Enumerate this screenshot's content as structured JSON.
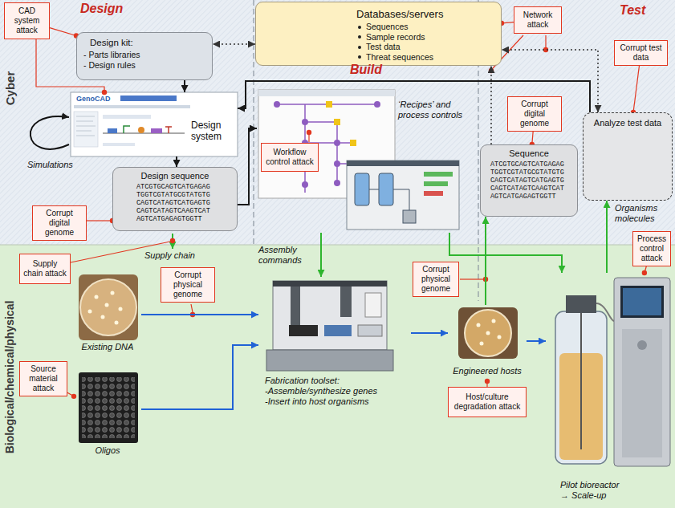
{
  "diagram": {
    "nodes": [
      {
        "text": [
          "Databases/servers",
          "Sequences",
          "Sample records",
          "Test data",
          "Threat sequences"
        ]
      },
      {
        "text": [
          "Design kit:",
          "- Parts libraries",
          "- Design rules"
        ]
      },
      {
        "text": [
          "Design system"
        ]
      },
      {
        "text": [
          "Design sequence",
          "ATCGTGCAGTCATGAGAG TGGTCGTATGCGTATGTG CAGTCATAGTCATGAGTG CAGTCATAGTCAAGTCAT AGTCATGAGAGTGGTT"
        ]
      },
      {
        "text": [
          "‘Recipes’ and process controls"
        ]
      },
      {
        "text": [
          "Sequence",
          "ATCGTGCAGTCATGAGAG TGGTCGTATGCGTATGTG CAGTCATAGTCATGAGTG CAGTCATAGTCAAGTCAT AGTCATGAGAGTGGTT"
        ]
      },
      {
        "text": [
          "Analyze test data"
        ]
      },
      {
        "text": [
          "Existing DNA"
        ]
      },
      {
        "text": [
          "Oligos"
        ]
      },
      {
        "text": [
          "Fabrication toolset:",
          "-Assemble/synthesize genes",
          "-Insert into host organisms"
        ]
      },
      {
        "text": [
          "Engineered hosts"
        ]
      },
      {
        "text": [
          "Pilot bioreactor",
          "→ Scale-up"
        ]
      },
      {
        "text": [
          "CAD system attack"
        ]
      },
      {
        "text": [
          "Network attack"
        ]
      },
      {
        "text": [
          "Corrupt test data"
        ]
      },
      {
        "text": [
          "Corrupt digital genome"
        ]
      },
      {
        "text": [
          "Workflow control attack"
        ]
      },
      {
        "text": [
          "Corrupt digital genome"
        ]
      },
      {
        "text": [
          "Supply chain attack"
        ]
      },
      {
        "text": [
          "Corrupt physical genome"
        ]
      },
      {
        "text": [
          "Corrupt physical genome"
        ]
      },
      {
        "text": [
          "Source material attack"
        ]
      },
      {
        "text": [
          "Process control attack"
        ]
      },
      {
        "text": [
          "Host/culture degradation attack"
        ]
      }
    ],
    "edges": [
      {
        "from": 1,
        "to": 2,
        "arrow": "to"
      },
      {
        "from": 0,
        "to": 1,
        "arrow": "both"
      },
      {
        "from": 2,
        "to": 3,
        "arrow": "to"
      },
      {
        "from": 3,
        "to": 4,
        "arrow": "to"
      },
      {
        "from": 6,
        "to": 2,
        "arrow": "to"
      },
      {
        "from": 6,
        "to": 0,
        "arrow": "both"
      },
      {
        "from": 5,
        "to": 0,
        "arrow": "to"
      },
      {
        "from": 4,
        "to": 9,
        "arrow": "to"
      },
      {
        "from": 7,
        "to": 9,
        "arrow": "to"
      },
      {
        "from": 8,
        "to": 9,
        "arrow": "to"
      },
      {
        "from": 9,
        "to": 10,
        "arrow": "to"
      },
      {
        "from": 10,
        "to": 11,
        "arrow": "to"
      },
      {
        "from": 10,
        "to": 5,
        "arrow": "to"
      },
      {
        "from": 11,
        "to": 6,
        "arrow": "to"
      },
      {
        "from": 4,
        "to": 11,
        "arrow": "to"
      },
      {
        "from": 12,
        "to": 1,
        "arrow": "none"
      },
      {
        "from": 12,
        "to": 2,
        "arrow": "none"
      },
      {
        "from": 13,
        "to": 0,
        "arrow": "none"
      },
      {
        "from": 14,
        "to": 6,
        "arrow": "none"
      },
      {
        "from": 15,
        "to": 3,
        "arrow": "none"
      },
      {
        "from": 17,
        "to": 5,
        "arrow": "none"
      },
      {
        "from": 21,
        "to": 8,
        "arrow": "none"
      },
      {
        "from": 22,
        "to": 11,
        "arrow": "none"
      },
      {
        "from": 23,
        "to": 10,
        "arrow": "none"
      }
    ],
    "labels": [
      "Design",
      "Build",
      "Test",
      "Cyber",
      "Biological/chemical/physical",
      "GenoCAD",
      "Simulations",
      "Supply chain",
      "Assembly commands",
      "Organisms molecules"
    ]
  }
}
